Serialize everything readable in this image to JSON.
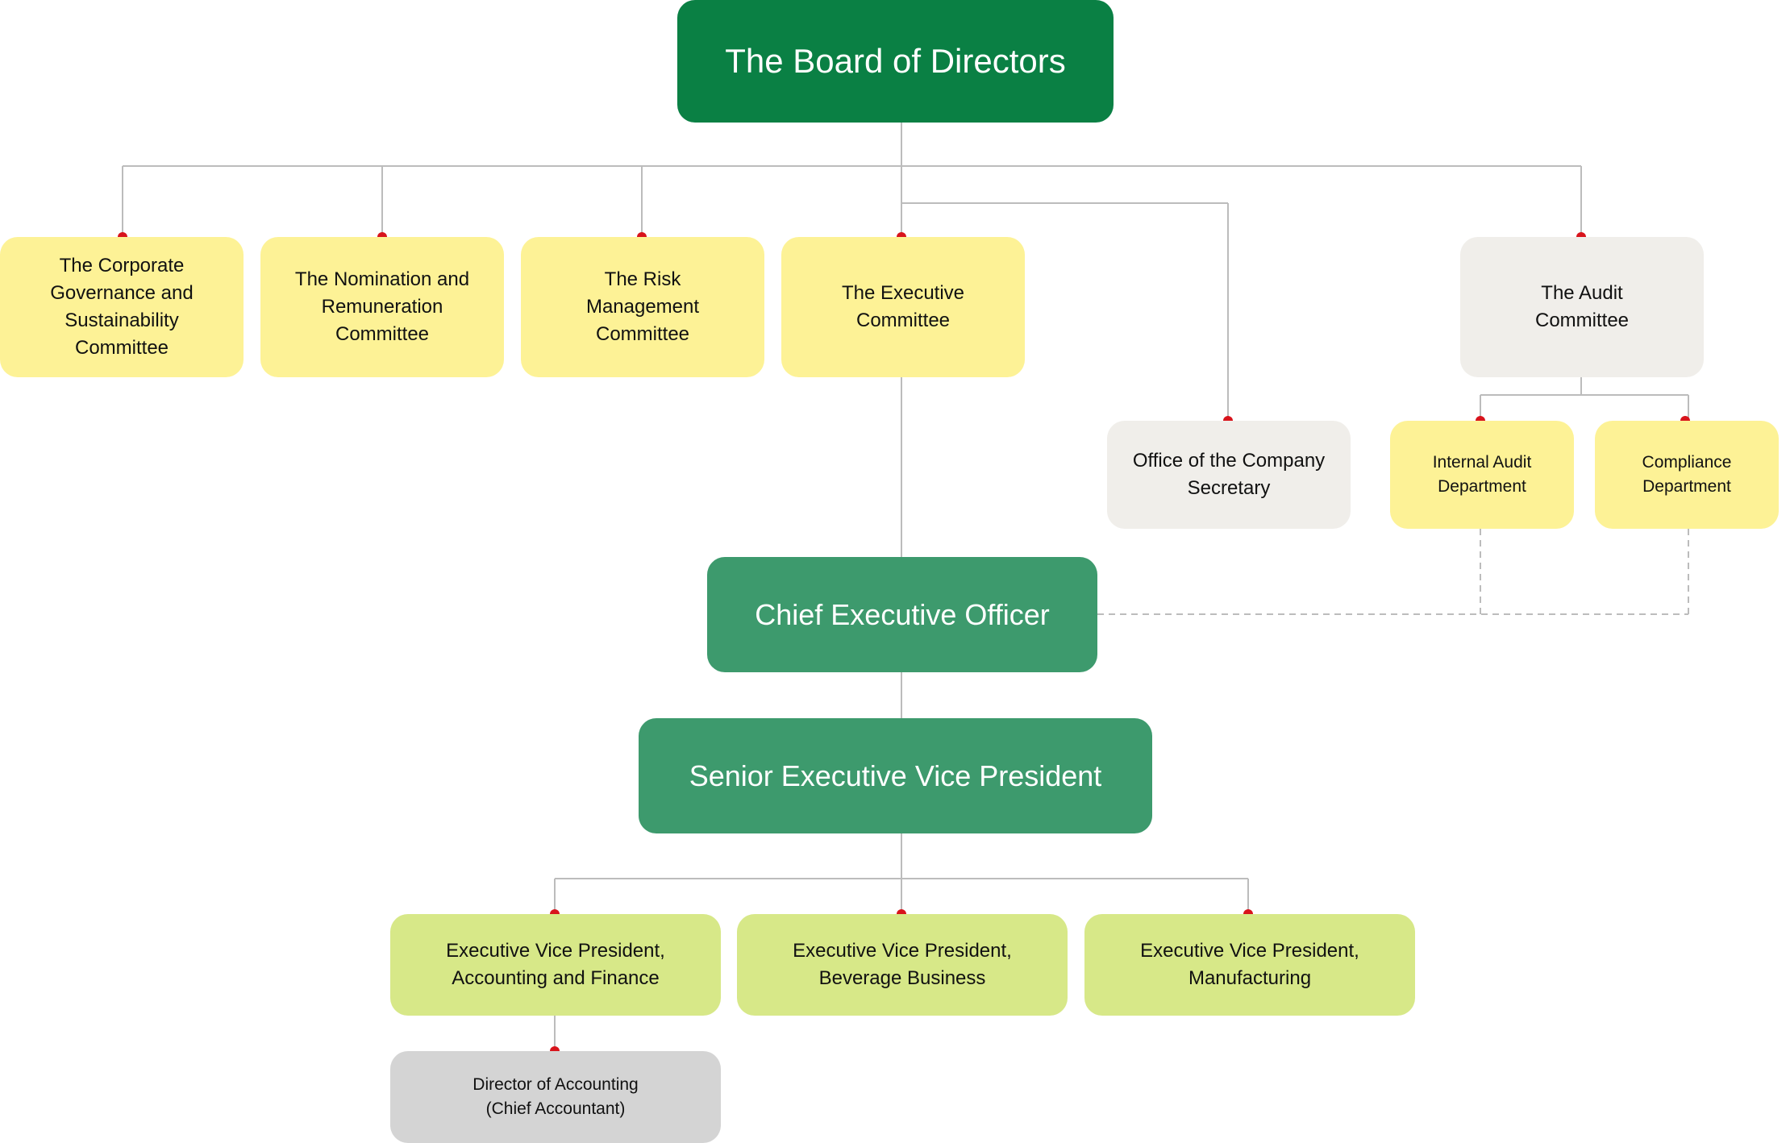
{
  "board": {
    "label": "The Board of Directors"
  },
  "committees": [
    {
      "label": "The Corporate Governance and Sustainability Committee"
    },
    {
      "label": "The Nomination and Remuneration Committee"
    },
    {
      "label": "The Risk Management Committee"
    },
    {
      "label": "The Executive Committee"
    }
  ],
  "audit_committee": {
    "label": "The Audit Committee"
  },
  "company_secretary": {
    "label": "Office of the Company Secretary"
  },
  "internal_audit": {
    "label": "Internal Audit Department"
  },
  "compliance": {
    "label": "Compliance Department"
  },
  "ceo": {
    "label": "Chief Executive Officer"
  },
  "sevp": {
    "label": "Senior Executive Vice President"
  },
  "evps": [
    {
      "label": "Executive Vice President, Accounting and Finance"
    },
    {
      "label": "Executive Vice President, Beverage Business"
    },
    {
      "label": "Executive Vice President, Manufacturing"
    }
  ],
  "director_accounting": {
    "line1": "Director of Accounting",
    "line2": "(Chief Accountant)"
  },
  "colors": {
    "board": "#0a8044",
    "executive": "#3d9a6d",
    "committee": "#fdf296",
    "evp": "#d7e888",
    "neutral": "#f0eeea",
    "director": "#d4d4d4",
    "connector": "#bcbcbc",
    "connector_dot": "#d8141c"
  }
}
